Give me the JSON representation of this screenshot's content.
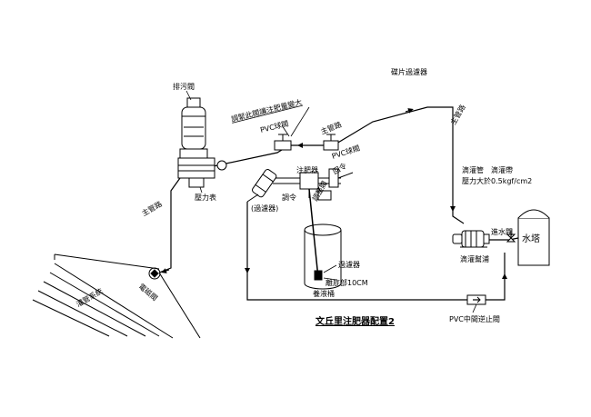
{
  "title": "文丘里注肥器配置2",
  "labels": {
    "drain_valve": "排污閥",
    "adjust_note": "調緊此閥讓注肥量變大",
    "pvc_valve_top": "PVC球閥",
    "pvc_valve_right": "PVC球閥",
    "main_pipe_top": "主管路",
    "main_pipe_left": "主管路",
    "main_pipe_right": "主管路",
    "disc_filter": "碟片過濾器",
    "pressure_gauge": "壓力表",
    "injector": "注肥器",
    "return_pipe": "回令",
    "filter_paren": "(過濾器)",
    "adjust_valve_left": "調令",
    "adjust_valve": "調整閥",
    "drip_pipe": "滴灌管",
    "drip_tape": "滴灌帶",
    "pressure_note": "壓力大於0.5kgf/cm2",
    "inlet_valve": "進水閥",
    "water_tower": "水塔",
    "pump": "滴灌幫浦",
    "strainer": "過濾器",
    "tank_bottom": "離底部10CM",
    "tank": "養液桶",
    "solenoid": "電磁閥",
    "irrigation": "灌管系統",
    "check_valve": "PVC中間逆止閥"
  }
}
